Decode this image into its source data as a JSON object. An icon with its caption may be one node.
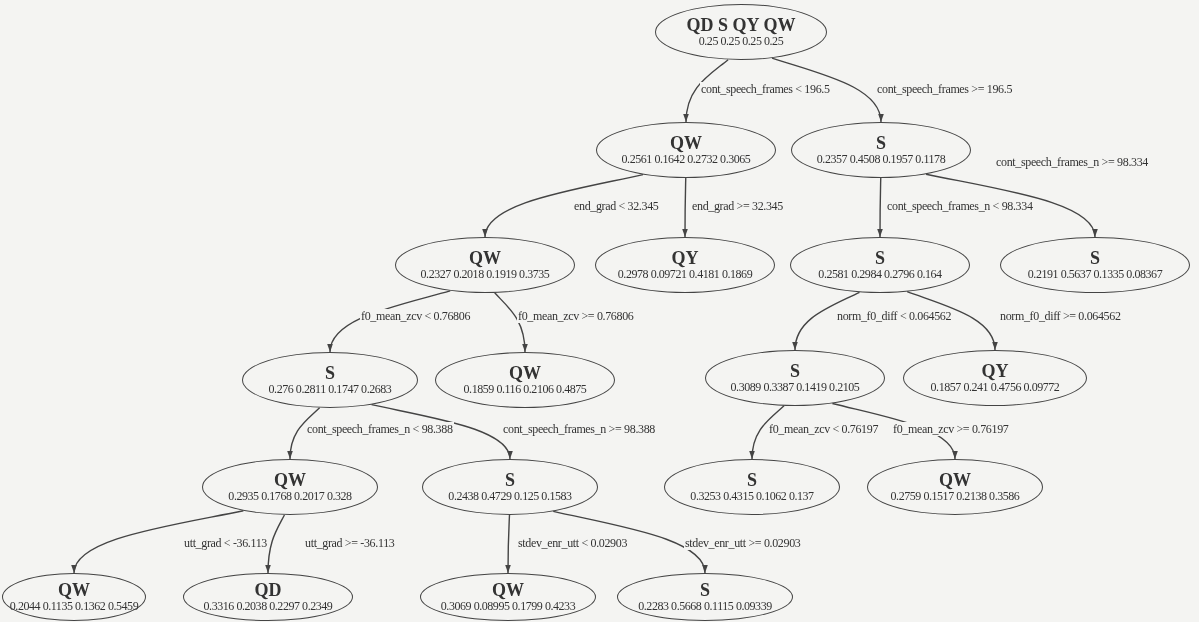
{
  "diagram": {
    "nodes": [
      {
        "text": [
          "QD S QY QW",
          "0.25 0.25 0.25 0.25"
        ]
      },
      {
        "text": [
          "QW",
          "0.2561 0.1642 0.2732 0.3065"
        ]
      },
      {
        "text": [
          "S",
          "0.2357 0.4508 0.1957 0.1178"
        ]
      },
      {
        "text": [
          "QW",
          "0.2327 0.2018 0.1919 0.3735"
        ]
      },
      {
        "text": [
          "QY",
          "0.2978 0.09721 0.4181 0.1869"
        ]
      },
      {
        "text": [
          "S",
          "0.2581 0.2984 0.2796 0.164"
        ]
      },
      {
        "text": [
          "S",
          "0.2191 0.5637 0.1335 0.08367"
        ]
      },
      {
        "text": [
          "S",
          "0.276 0.2811 0.1747 0.2683"
        ]
      },
      {
        "text": [
          "QW",
          "0.1859 0.116 0.2106 0.4875"
        ]
      },
      {
        "text": [
          "S",
          "0.3089 0.3387 0.1419 0.2105"
        ]
      },
      {
        "text": [
          "QY",
          "0.1857 0.241 0.4756 0.09772"
        ]
      },
      {
        "text": [
          "QW",
          "0.2935 0.1768 0.2017 0.328"
        ]
      },
      {
        "text": [
          "S",
          "0.2438 0.4729 0.125 0.1583"
        ]
      },
      {
        "text": [
          "S",
          "0.3253 0.4315 0.1062 0.137"
        ]
      },
      {
        "text": [
          "QW",
          "0.2759 0.1517 0.2138 0.3586"
        ]
      },
      {
        "text": [
          "QW",
          "0.2044 0.1135 0.1362 0.5459"
        ]
      },
      {
        "text": [
          "QD",
          "0.3316 0.2038 0.2297 0.2349"
        ]
      },
      {
        "text": [
          "QW",
          "0.3069 0.08995 0.1799 0.4233"
        ]
      },
      {
        "text": [
          "S",
          "0.2283 0.5668 0.1115 0.09339"
        ]
      }
    ],
    "edges": [
      {
        "from": 0,
        "to": 1,
        "arrow": "to",
        "label": "cont_speech_frames < 196.5"
      },
      {
        "from": 0,
        "to": 2,
        "arrow": "to",
        "label": "cont_speech_frames >= 196.5"
      },
      {
        "from": 1,
        "to": 3,
        "arrow": "to",
        "label": "end_grad < 32.345"
      },
      {
        "from": 1,
        "to": 4,
        "arrow": "to",
        "label": "end_grad >= 32.345"
      },
      {
        "from": 2,
        "to": 5,
        "arrow": "to",
        "label": "cont_speech_frames_n < 98.334"
      },
      {
        "from": 2,
        "to": 6,
        "arrow": "to",
        "label": "cont_speech_frames_n >= 98.334"
      },
      {
        "from": 3,
        "to": 7,
        "arrow": "to",
        "label": "f0_mean_zcv < 0.76806"
      },
      {
        "from": 3,
        "to": 8,
        "arrow": "to",
        "label": "f0_mean_zcv >= 0.76806"
      },
      {
        "from": 5,
        "to": 9,
        "arrow": "to",
        "label": "norm_f0_diff < 0.064562"
      },
      {
        "from": 5,
        "to": 10,
        "arrow": "to",
        "label": "norm_f0_diff >= 0.064562"
      },
      {
        "from": 7,
        "to": 11,
        "arrow": "to",
        "label": "cont_speech_frames_n < 98.388"
      },
      {
        "from": 7,
        "to": 12,
        "arrow": "to",
        "label": "cont_speech_frames_n >= 98.388"
      },
      {
        "from": 9,
        "to": 13,
        "arrow": "to",
        "label": "f0_mean_zcv < 0.76197"
      },
      {
        "from": 9,
        "to": 14,
        "arrow": "to",
        "label": "f0_mean_zcv >= 0.76197"
      },
      {
        "from": 11,
        "to": 15,
        "arrow": "to",
        "label": "utt_grad < -36.113"
      },
      {
        "from": 11,
        "to": 16,
        "arrow": "to",
        "label": "utt_grad >= -36.113"
      },
      {
        "from": 12,
        "to": 17,
        "arrow": "to",
        "label": "stdev_enr_utt < 0.02903"
      },
      {
        "from": 12,
        "to": 18,
        "arrow": "to",
        "label": "stdev_enr_utt >= 0.02903"
      }
    ]
  }
}
